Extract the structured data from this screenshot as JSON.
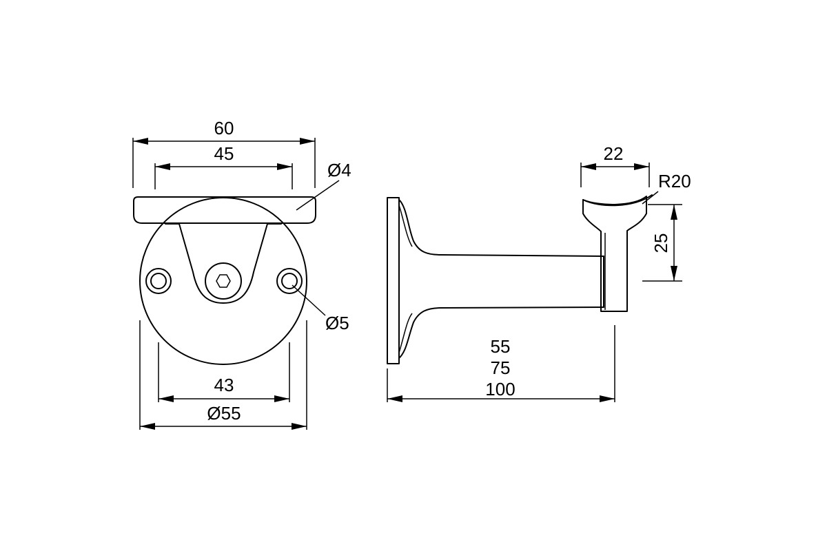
{
  "front_view": {
    "dim_overall_width": "60",
    "dim_saddle_width": "45",
    "dim_screw_hole": "Ø4",
    "dim_mount_hole": "Ø5",
    "dim_hole_spacing": "43",
    "dim_plate_diameter": "Ø55"
  },
  "side_view": {
    "dim_saddle_width": "22",
    "dim_saddle_radius": "R20",
    "dim_height": "25",
    "dim_projection_options": [
      "55",
      "75",
      "100"
    ]
  },
  "colors": {
    "line": "#000000",
    "background": "#ffffff"
  }
}
